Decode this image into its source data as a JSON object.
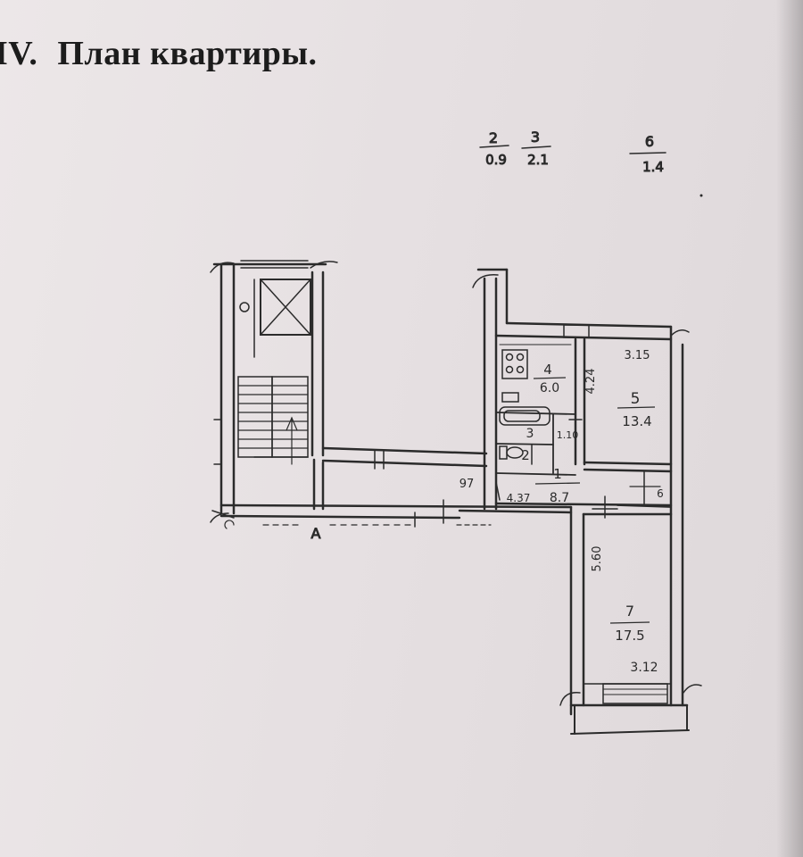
{
  "document": {
    "section_number": "IV.",
    "title": "План квартиры."
  },
  "legend_fractions": [
    {
      "room": "2",
      "area": "0.9"
    },
    {
      "room": "3",
      "area": "2.1"
    },
    {
      "room": "6",
      "area": "1.4"
    }
  ],
  "rooms": [
    {
      "number": "1",
      "area": "8.7"
    },
    {
      "number": "2"
    },
    {
      "number": "3"
    },
    {
      "number": "4",
      "area": "6.0"
    },
    {
      "number": "5",
      "area": "13.4"
    },
    {
      "number": "6"
    },
    {
      "number": "7",
      "area": "17.5"
    }
  ],
  "dimensions": {
    "d_4_24": "4.24",
    "d_3_15": "3.15",
    "d_1_10": "1.10",
    "d_0_97": "97",
    "d_4_37": "4.37",
    "d_5_60": "5.60",
    "d_3_12": "3.12"
  },
  "marks": {
    "section_mark": "A"
  }
}
